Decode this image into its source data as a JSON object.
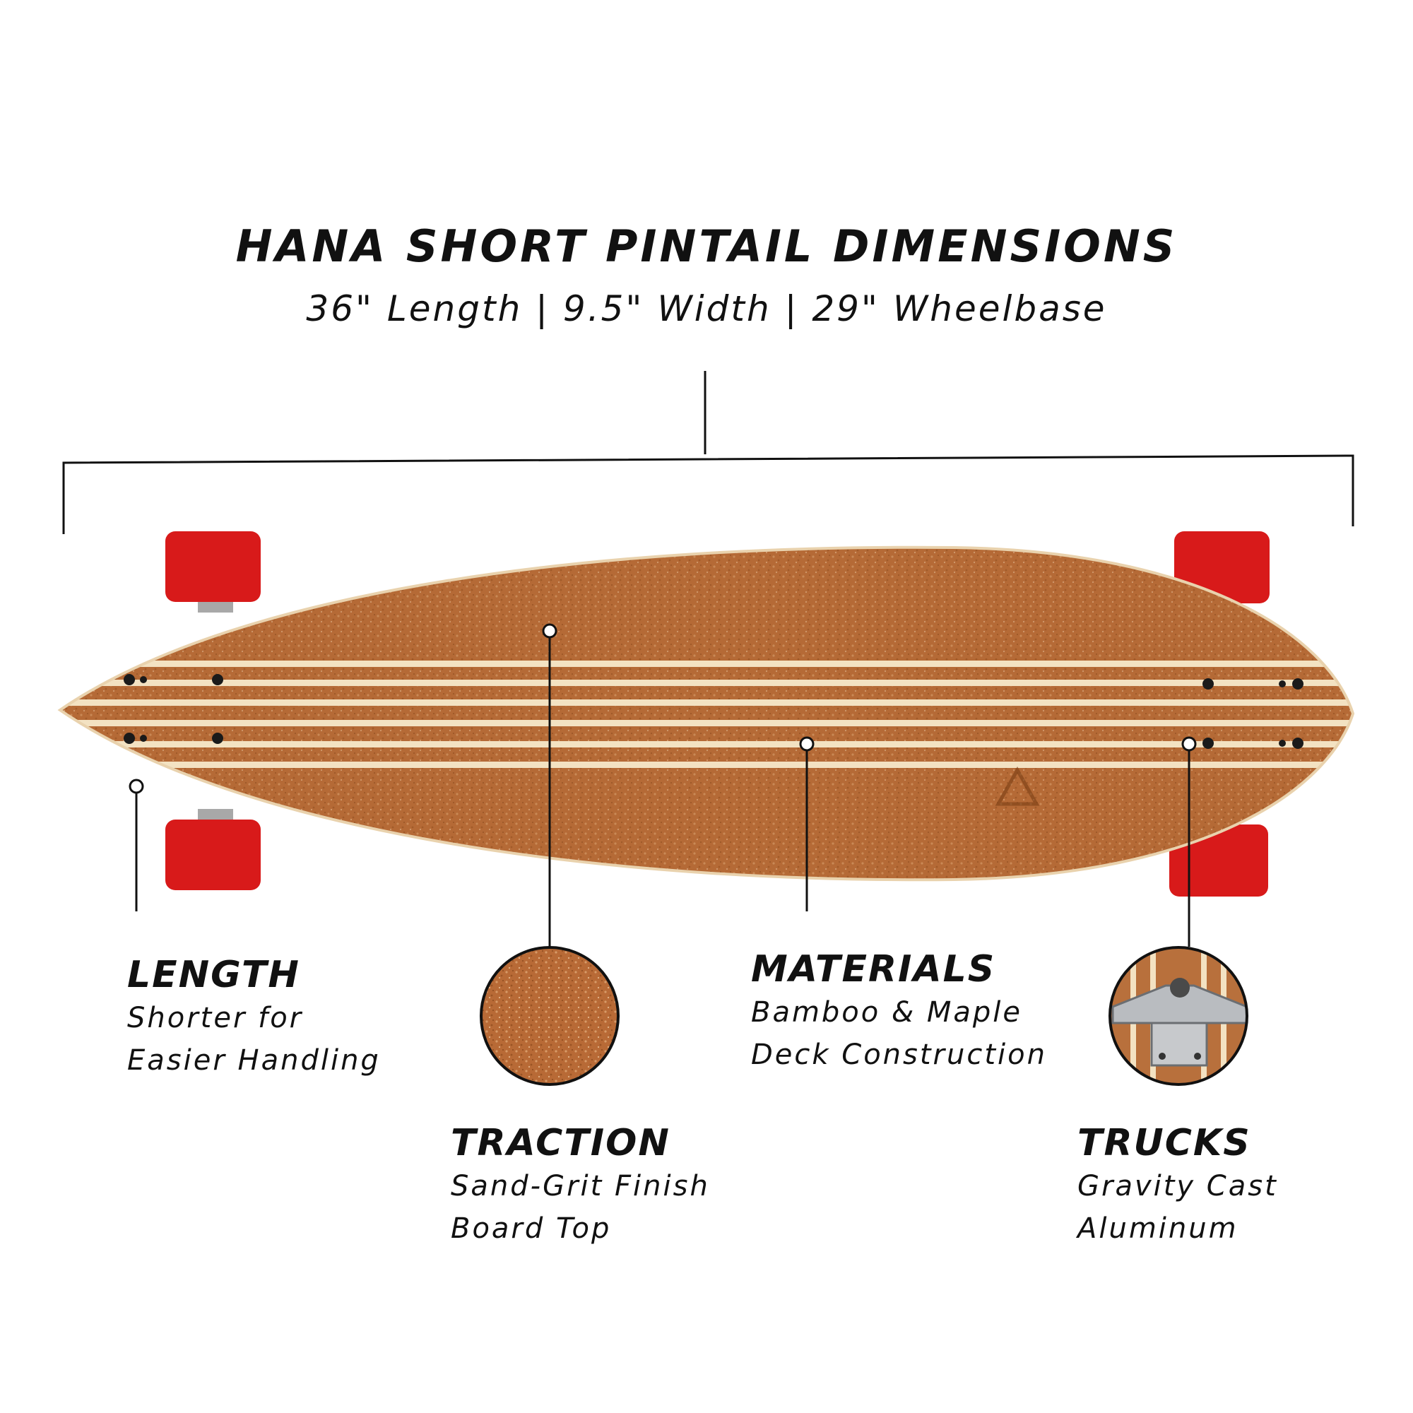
{
  "header": {
    "title": "HANA SHORT PINTAIL DIMENSIONS",
    "subtitle": "36\" Length | 9.5\" Width | 29\" Wheelbase"
  },
  "features": {
    "length": {
      "title": "LENGTH",
      "line1": "Shorter for",
      "line2": "Easier Handling"
    },
    "traction": {
      "title": "TRACTION",
      "line1": "Sand-Grit Finish",
      "line2": "Board Top"
    },
    "materials": {
      "title": "MATERIALS",
      "line1": "Bamboo & Maple",
      "line2": "Deck Construction"
    },
    "trucks": {
      "title": "TRUCKS",
      "line1": "Gravity Cast",
      "line2": "Aluminum"
    }
  },
  "colors": {
    "wheel": "#d81a1a",
    "deck_wood": "#b9703a",
    "stripe": "#f3e2c2",
    "line": "#111111"
  }
}
